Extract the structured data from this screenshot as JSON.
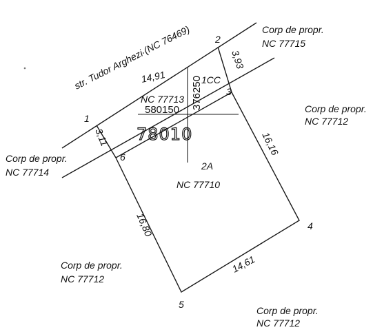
{
  "street": {
    "label": "str. Tudor Arghezi (NC 76469)"
  },
  "points": {
    "p1": "1",
    "p2": "2",
    "p3": "3",
    "p4": "4",
    "p5": "5",
    "p6": "6"
  },
  "dimensions": {
    "d12": "14,91",
    "d23": "3,93",
    "d34": "16,16",
    "d45": "14,61",
    "d56": "16,80",
    "d16": "3,11"
  },
  "parcels": {
    "main": {
      "label": "2A",
      "nc": "NC 77710"
    },
    "building": {
      "label": "1CC"
    },
    "previous_nc": "NC 77713"
  },
  "grid": {
    "easting": "580150",
    "northing": "376250",
    "handwritten": "78010"
  },
  "neighbors": [
    {
      "name": "Corp de propr.",
      "nc": "NC 77715"
    },
    {
      "name": "Corp de propr.",
      "nc": "NC 77712"
    },
    {
      "name": "Corp de propr.",
      "nc": "NC 77714"
    },
    {
      "name": "Corp de propr.",
      "nc": "NC 77712"
    },
    {
      "name": "Corp de propr.",
      "nc": "NC 77712"
    }
  ]
}
